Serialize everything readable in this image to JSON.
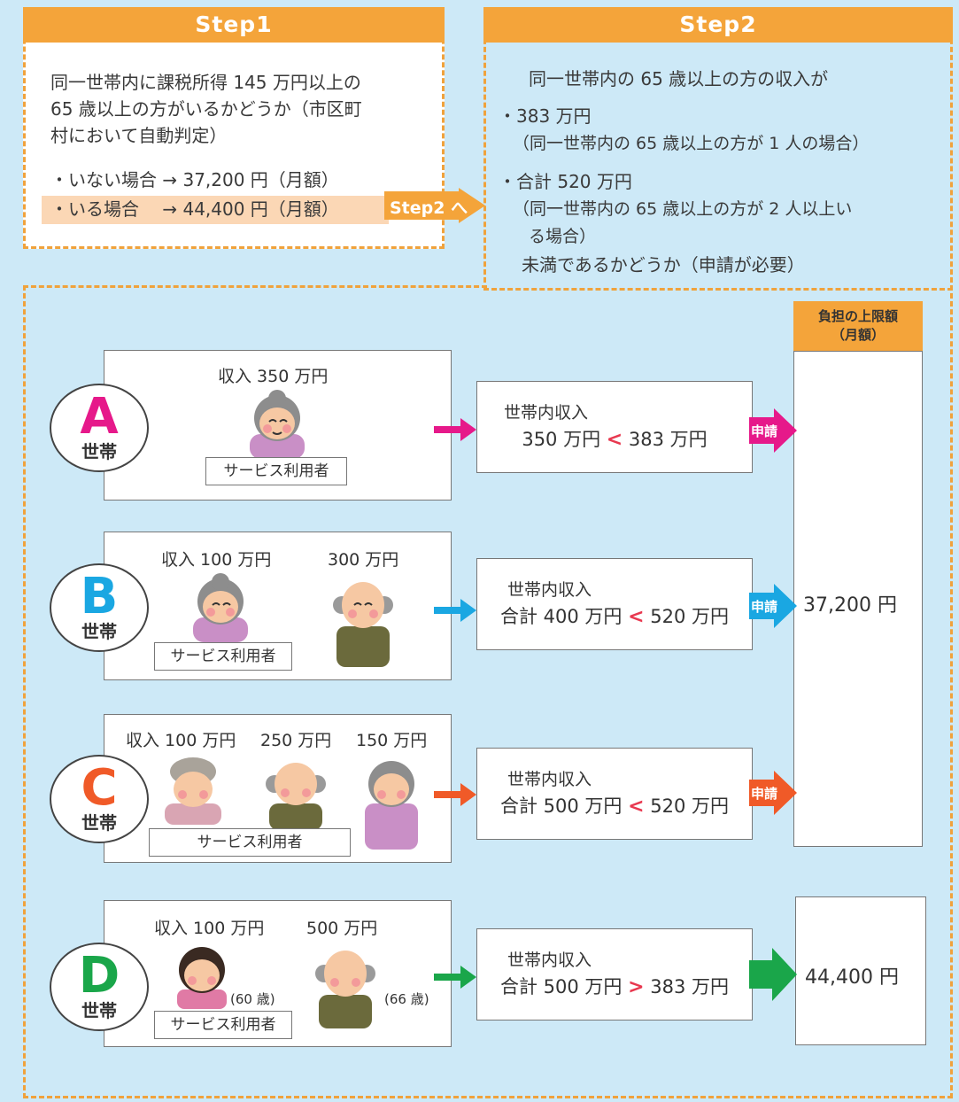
{
  "step1": {
    "header": "Step1",
    "line1": "同一世帯内に課税所得 145 万円以上の",
    "line2": "65 歳以上の方がいるかどうか（市区町",
    "line3": "村において自動判定）",
    "opt_none": "・いない場合 → 37,200 円（月額）",
    "opt_yes": "・いる場合　 → 44,400 円（月額）",
    "to_step2": "Step2 へ"
  },
  "step2": {
    "header": "Step2",
    "line1": "同一世帯内の 65 歳以上の方の収入が",
    "item1": "・383 万円",
    "item1_note": "（同一世帯内の 65 歳以上の方が 1 人の場合）",
    "item2": "・合計 520 万円",
    "item2_note1": "（同一世帯内の 65 歳以上の方が 2 人以上い",
    "item2_note2": "る場合）",
    "last": "未満であるかどうか（申請が必要）"
  },
  "limit": {
    "header_line1": "負担の上限額",
    "header_line2": "（月額）",
    "value_low": "37,200 円",
    "value_high": "44,400 円"
  },
  "common": {
    "setai": "世帯",
    "service_user": "サービス利用者",
    "household_income": "世帯内収入",
    "apply": "申請"
  },
  "households": {
    "A": {
      "letter": "A",
      "color": "#e6198a",
      "income1": "収入 350 万円",
      "left": "350 万円",
      "op": "<",
      "right": "383 万円"
    },
    "B": {
      "letter": "B",
      "color": "#1aa7e2",
      "income1": "収入 100 万円",
      "income2": "300 万円",
      "left": "合計 400 万円",
      "op": "<",
      "right": "520 万円"
    },
    "C": {
      "letter": "C",
      "color": "#f05a28",
      "income1": "収入 100 万円",
      "income2": "250 万円",
      "income3": "150 万円",
      "left": "合計 500 万円",
      "op": "<",
      "right": "520 万円"
    },
    "D": {
      "letter": "D",
      "color": "#1aa64a",
      "income1": "収入 100 万円",
      "income2": "500 万円",
      "age1": "(60 歳)",
      "age2": "(66 歳)",
      "left": "合計 500 万円",
      "op": ">",
      "right": "383 万円"
    }
  },
  "colors": {
    "orange": "#f4a43a",
    "bg": "#cde9f7",
    "compare_red": "#e8384f"
  }
}
